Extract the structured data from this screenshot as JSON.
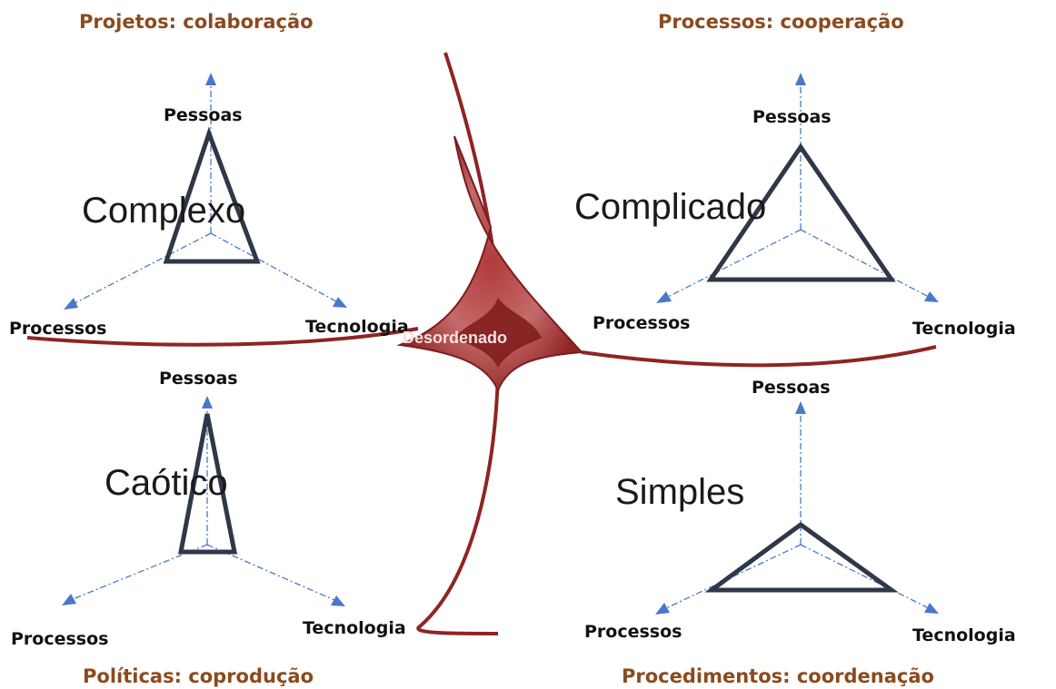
{
  "headers": {
    "top_left": "Projetos: colaboração",
    "top_right": "Processos: cooperação",
    "bottom_left": "Políticas: coprodução",
    "bottom_right": "Procedimentos: coordenação"
  },
  "domains": {
    "complex": "Complexo",
    "complicated": "Complicado",
    "chaotic": "Caótico",
    "simple": "Simples",
    "disorder": "Desordenado"
  },
  "axes": {
    "people": "Pessoas",
    "processes": "Processos",
    "technology": "Tecnologia"
  },
  "colors": {
    "header_text": "#8b4a1e",
    "axis_line": "#4a78c9",
    "triangle": "#2f3848",
    "cynefin_center": "#9b2c2c"
  }
}
